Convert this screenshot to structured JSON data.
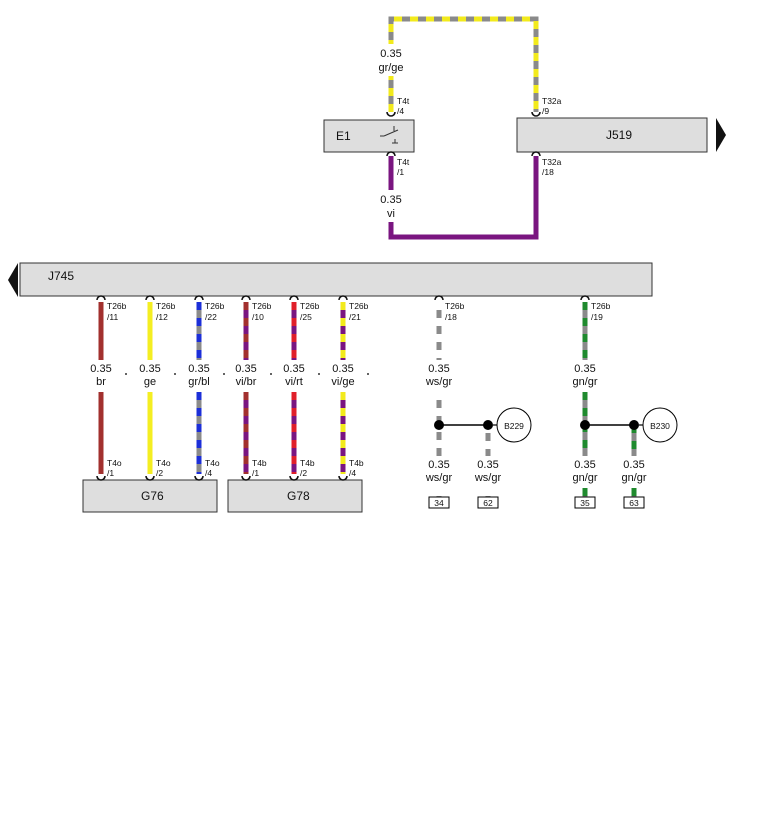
{
  "components": {
    "e1": "E1",
    "j519": "J519",
    "j745": "J745",
    "g76": "G76",
    "g78": "G78",
    "b229": "B229",
    "b230": "B230"
  },
  "top_wires": {
    "gr_ge": {
      "size": "0.35",
      "code": "gr/ge",
      "pin_a": "T4t",
      "pin_a_no": "/4",
      "pin_b": "T32a",
      "pin_b_no": "/9",
      "colors": [
        "#8a8a8a",
        "#f2ea1c"
      ]
    },
    "vi": {
      "size": "0.35",
      "code": "vi",
      "pin_a": "T4t",
      "pin_a_no": "/1",
      "pin_b": "T32a",
      "pin_b_no": "/18",
      "colors": [
        "#7a1580"
      ]
    }
  },
  "sensor_wires": [
    {
      "top_pin": "T26b",
      "top_no": "/11",
      "size": "0.35",
      "code": "br",
      "bot_pin": "T4o",
      "bot_no": "/1",
      "colors": [
        "#a2302e"
      ]
    },
    {
      "top_pin": "T26b",
      "top_no": "/12",
      "size": "0.35",
      "code": "ge",
      "bot_pin": "T4o",
      "bot_no": "/2",
      "colors": [
        "#f4ee22"
      ]
    },
    {
      "top_pin": "T26b",
      "top_no": "/22",
      "size": "0.35",
      "code": "gr/bl",
      "bot_pin": "T4o",
      "bot_no": "/4",
      "colors": [
        "#8a8a8a",
        "#1c2fd8"
      ]
    },
    {
      "top_pin": "T26b",
      "top_no": "/10",
      "size": "0.35",
      "code": "vi/br",
      "bot_pin": "T4b",
      "bot_no": "/1",
      "colors": [
        "#7a1580",
        "#a2302e"
      ]
    },
    {
      "top_pin": "T26b",
      "top_no": "/25",
      "size": "0.35",
      "code": "vi/rt",
      "bot_pin": "T4b",
      "bot_no": "/2",
      "colors": [
        "#7a1580",
        "#e01f2a"
      ]
    },
    {
      "top_pin": "T26b",
      "top_no": "/21",
      "size": "0.35",
      "code": "vi/ge",
      "bot_pin": "T4b",
      "bot_no": "/4",
      "colors": [
        "#7a1580",
        "#f2ea1c"
      ]
    }
  ],
  "shield_groups": [
    {
      "top_pin": "T26b",
      "top_no": "/18",
      "size": "0.35",
      "code": "ws/gr",
      "node": "B229",
      "branch_left": {
        "size": "0.35",
        "code": "ws/gr",
        "ref": "34"
      },
      "branch_right": {
        "size": "0.35",
        "code": "ws/gr",
        "ref": "62"
      },
      "colors": [
        "#8a8a8a",
        "#ffffff"
      ]
    },
    {
      "top_pin": "T26b",
      "top_no": "/19",
      "size": "0.35",
      "code": "gn/gr",
      "node": "B230",
      "branch_left": {
        "size": "0.35",
        "code": "gn/gr",
        "ref": "35"
      },
      "branch_right": {
        "size": "0.35",
        "code": "gn/gr",
        "ref": "63"
      },
      "colors": [
        "#8a8a8a",
        "#1f8a2e"
      ]
    }
  ]
}
